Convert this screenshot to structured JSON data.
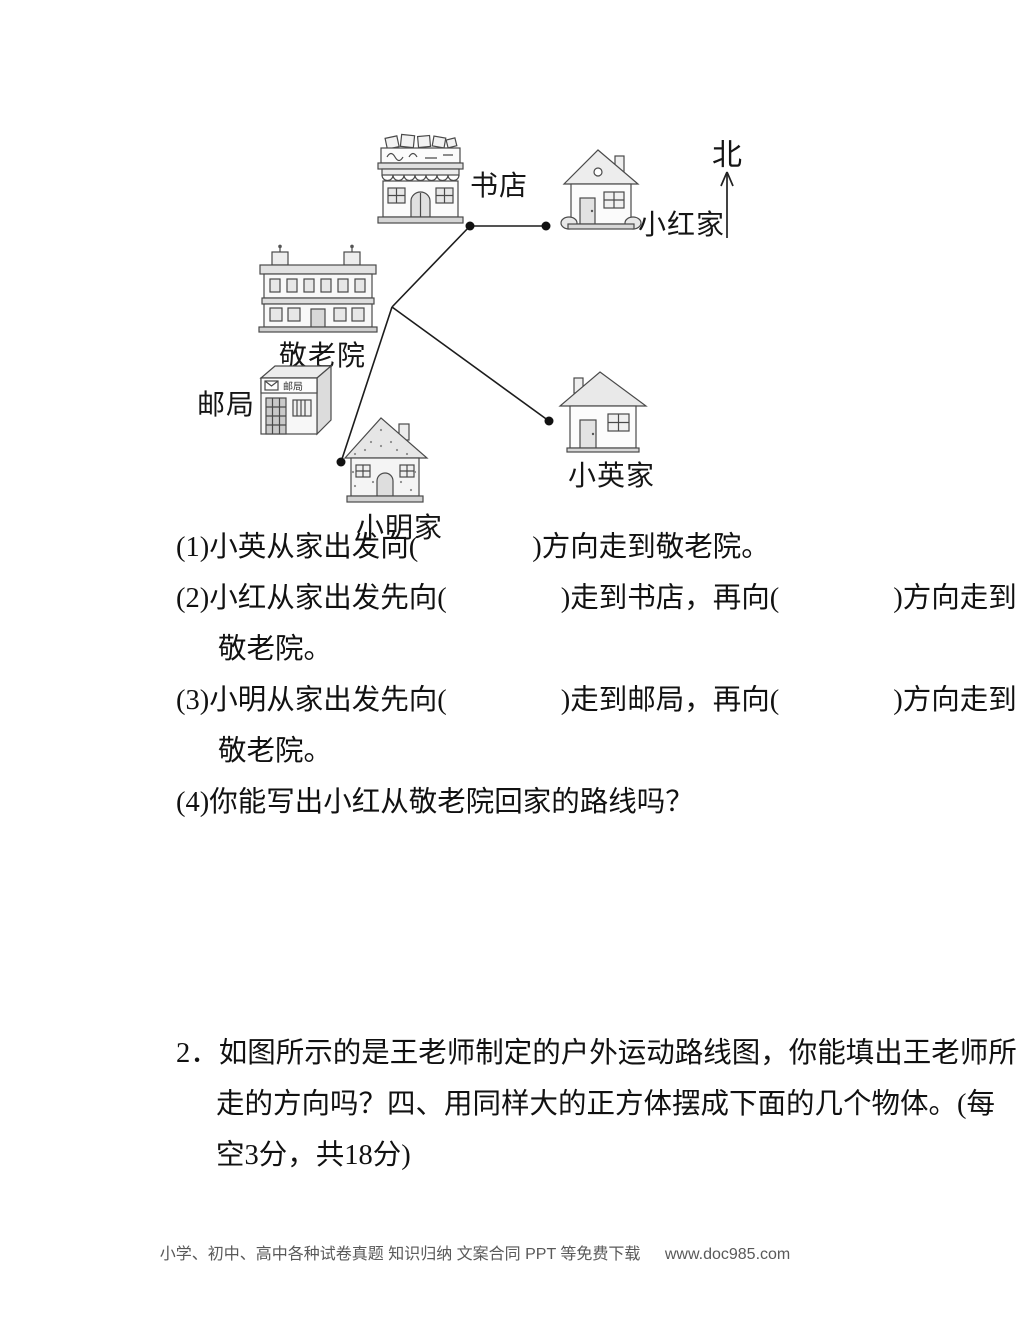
{
  "map": {
    "north_label": "北",
    "labels": {
      "bookstore": "书店",
      "xiaohong_home": "小红家",
      "nursing_home": "敬老院",
      "post_office": "邮局",
      "xiaoming_home": "小明家",
      "xiaoying_home": "小英家"
    },
    "post_office_sign": "邮局"
  },
  "questions": {
    "q1": "(1)小英从家出发向(　　　　)方向走到敬老院。",
    "q2_line1": "(2)小红从家出发先向(　　　　)走到书店，再向(　　　　)方向走到",
    "q2_line2": "敬老院。",
    "q3_line1": "(3)小明从家出发先向(　　　　)走到邮局，再向(　　　　)方向走到",
    "q3_line2": "敬老院。",
    "q4": "(4)你能写出小红从敬老院回家的路线吗？"
  },
  "task2": {
    "line1": "2．如图所示的是王老师制定的户外运动路线图，你能填出王老师所",
    "line2": "走的方向吗？四、用同样大的正方体摆成下面的几个物体。(每",
    "line3": "空3分，共18分)"
  },
  "footer": {
    "left": "小学、初中、高中各种试卷真题  知识归纳  文案合同  PPT 等免费下载",
    "url": "www.doc985.com"
  }
}
